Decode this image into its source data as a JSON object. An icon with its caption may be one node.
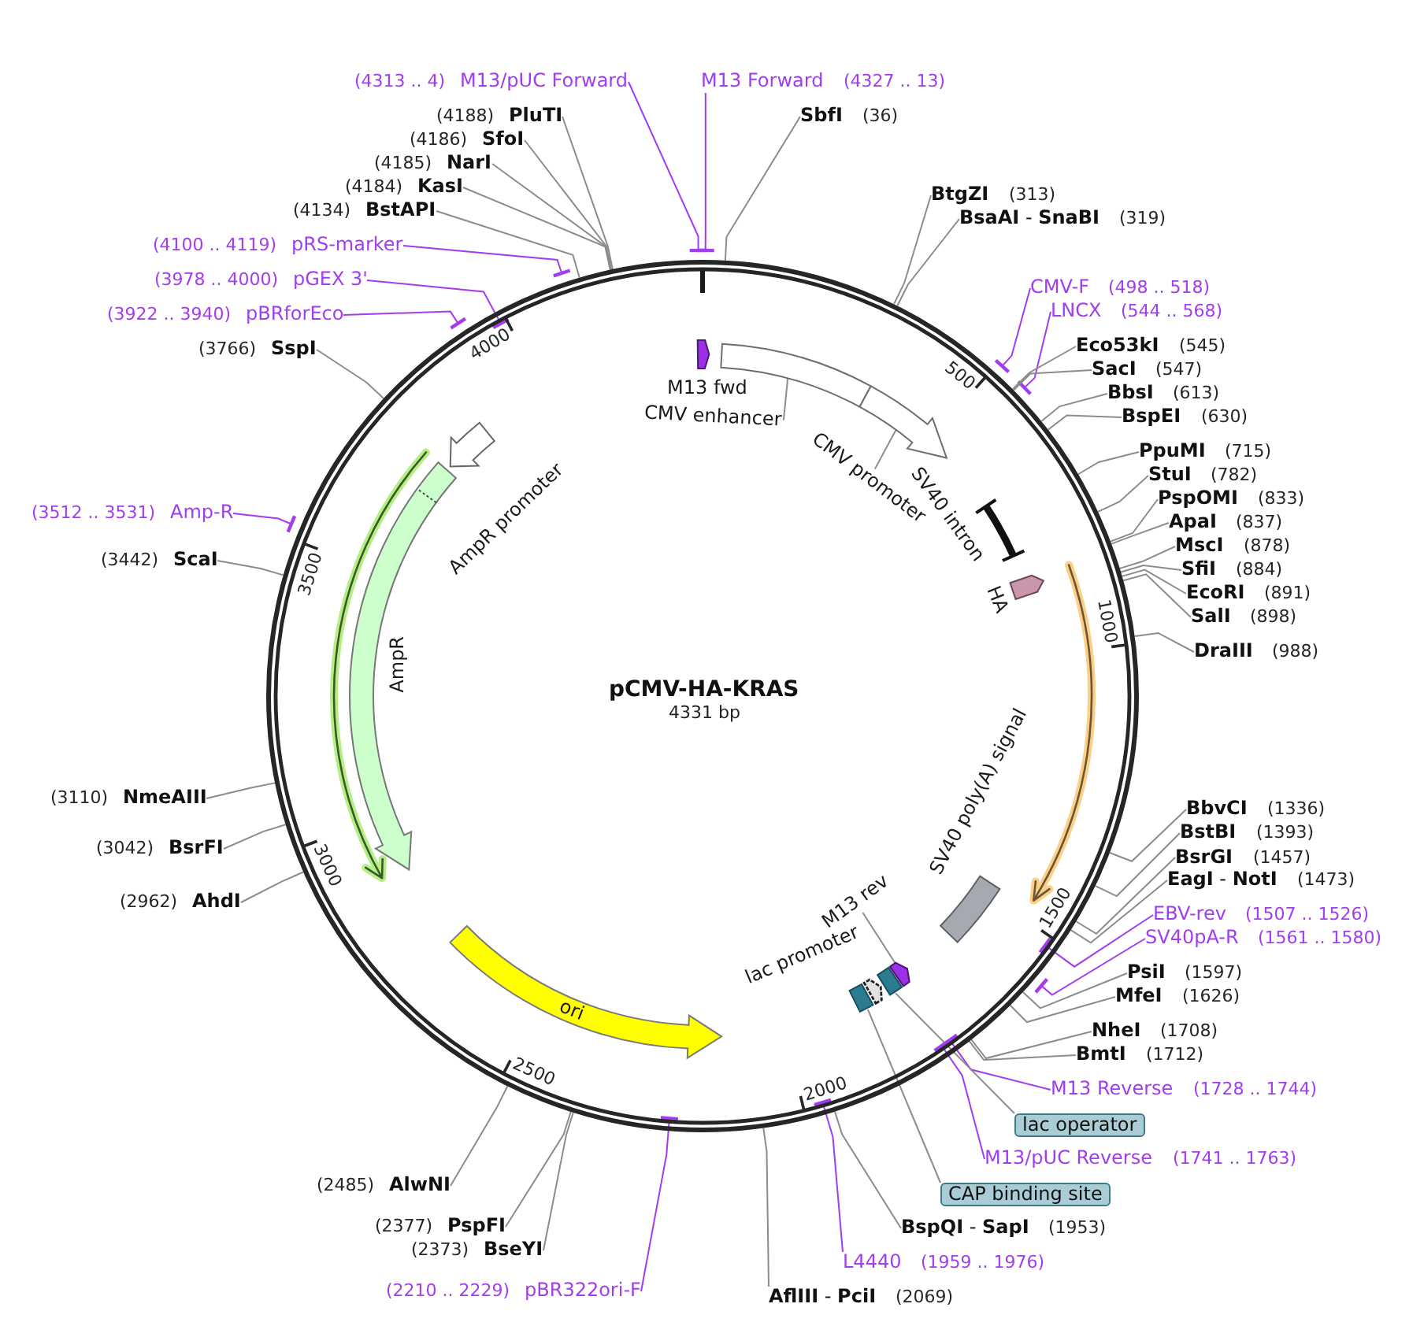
{
  "diagram": {
    "title": "pCMV-HA-KRAS",
    "nodes": [
      {
        "text": [
          "(4313 .. 4)",
          "M13/pUC Forward"
        ]
      },
      {
        "text": [
          "M13 Forward",
          "(4327 .. 13)"
        ]
      },
      {
        "text": [
          "SbfI",
          "(36)"
        ]
      },
      {
        "text": [
          "BtgZI",
          "(313)"
        ]
      },
      {
        "text": [
          "**BsaAI** - **SnaBI**",
          "(319)"
        ]
      },
      {
        "text": [
          "CMV-F",
          "(498 .. 518)"
        ]
      },
      {
        "text": [
          "LNCX",
          "(544 .. 568)"
        ]
      },
      {
        "text": [
          "Eco53kI",
          "(545)"
        ]
      },
      {
        "text": [
          "SacI",
          "(547)"
        ]
      },
      {
        "text": [
          "BbsI",
          "(613)"
        ]
      },
      {
        "text": [
          "BspEI",
          "(630)"
        ]
      },
      {
        "text": [
          "PpuMI",
          "(715)"
        ]
      },
      {
        "text": [
          "StuI",
          "(782)"
        ]
      },
      {
        "text": [
          "PspOMI",
          "(833)"
        ]
      },
      {
        "text": [
          "ApaI",
          "(837)"
        ]
      },
      {
        "text": [
          "MscI",
          "(878)"
        ]
      },
      {
        "text": [
          "SfiI",
          "(884)"
        ]
      },
      {
        "text": [
          "EcoRI",
          "(891)"
        ]
      },
      {
        "text": [
          "SalI",
          "(898)"
        ]
      },
      {
        "text": [
          "DraIII",
          "(988)"
        ]
      },
      {
        "text": [
          "BbvCI",
          "(1336)"
        ]
      },
      {
        "text": [
          "BstBI",
          "(1393)"
        ]
      },
      {
        "text": [
          "BsrGI",
          "(1457)"
        ]
      },
      {
        "text": [
          "**EagI** - **NotI**",
          "(1473)"
        ]
      },
      {
        "text": [
          "EBV-rev",
          "(1507 .. 1526)"
        ]
      },
      {
        "text": [
          "SV40pA-R",
          "(1561 .. 1580)"
        ]
      },
      {
        "text": [
          "PsiI",
          "(1597)"
        ]
      },
      {
        "text": [
          "MfeI",
          "(1626)"
        ]
      },
      {
        "text": [
          "NheI",
          "(1708)"
        ]
      },
      {
        "text": [
          "BmtI",
          "(1712)"
        ]
      },
      {
        "text": [
          "M13 Reverse",
          "(1728 .. 1744)"
        ]
      },
      {
        "text": [
          "lac operator"
        ]
      },
      {
        "text": [
          "M13/pUC Reverse",
          "(1741 .. 1763)"
        ]
      },
      {
        "text": [
          "CAP binding site"
        ]
      },
      {
        "text": [
          "**BspQI** - **SapI**",
          "(1953)"
        ]
      },
      {
        "text": [
          "L4440",
          "(1959 .. 1976)"
        ]
      },
      {
        "text": [
          "**AflIII** - **PciI**",
          "(2069)"
        ]
      },
      {
        "text": [
          "(2210 .. 2229)",
          "pBR322ori-F"
        ]
      },
      {
        "text": [
          "(2373)",
          "BseYI"
        ]
      },
      {
        "text": [
          "(2377)",
          "PspFI"
        ]
      },
      {
        "text": [
          "(2485)",
          "AlwNI"
        ]
      },
      {
        "text": [
          "(2962)",
          "AhdI"
        ]
      },
      {
        "text": [
          "(3042)",
          "BsrFI"
        ]
      },
      {
        "text": [
          "(3110)",
          "NmeAIII"
        ]
      },
      {
        "text": [
          "(3442)",
          "ScaI"
        ]
      },
      {
        "text": [
          "(3512 .. 3531)",
          "Amp-R"
        ]
      },
      {
        "text": [
          "(3766)",
          "SspI"
        ]
      },
      {
        "text": [
          "(3922 .. 3940)",
          "pBRforEco"
        ]
      },
      {
        "text": [
          "(3978 .. 4000)",
          "pGEX 3'"
        ]
      },
      {
        "text": [
          "(4100 .. 4119)",
          "pRS-marker"
        ]
      },
      {
        "text": [
          "(4134)",
          "BstAPI"
        ]
      },
      {
        "text": [
          "(4184)",
          "KasI"
        ]
      },
      {
        "text": [
          "(4185)",
          "NarI"
        ]
      },
      {
        "text": [
          "(4186)",
          "SfoI"
        ]
      },
      {
        "text": [
          "(4188)",
          "PluTI"
        ]
      },
      {
        "text": [],
        "shape": "circle"
      },
      {
        "text": [],
        "shape": "arrow",
        "beside": [
          "M13 fwd"
        ],
        "in": 55
      },
      {
        "text": [],
        "shape": "box",
        "in": 55
      },
      {
        "text": [
          "CMV enhancer"
        ],
        "in": 55
      },
      {
        "text": [],
        "shape": "arrow",
        "in": 55
      },
      {
        "text": [
          "CMV promoter"
        ],
        "in": 55
      },
      {
        "text": [],
        "shape": "bar",
        "beside": [
          "SV40 intron"
        ],
        "in": 55
      },
      {
        "text": [],
        "shape": "arrow",
        "beside": [
          "HA"
        ],
        "in": 55
      },
      {
        "text": [],
        "shape": "box",
        "beside": [
          "SV40 poly(A) signal"
        ],
        "in": 55
      },
      {
        "text": [],
        "shape": "arrow",
        "in": 55
      },
      {
        "text": [
          "M13 rev"
        ],
        "in": 55
      },
      {
        "text": [],
        "shape": "box",
        "in": 55
      },
      {
        "text": [],
        "shape": "arrow",
        "beside": [
          "lac promoter"
        ],
        "in": 55
      },
      {
        "text": [],
        "shape": "box",
        "in": 55
      },
      {
        "text": [
          "ori"
        ],
        "in": 55
      },
      {
        "text": [],
        "shape": "arrow",
        "beside": [
          "AmpR"
        ],
        "in": 55
      },
      {
        "text": [],
        "shape": "arrow",
        "beside": [
          "AmpR promoter"
        ],
        "in": 55
      }
    ],
    "edges": [
      {
        "from": 0,
        "to": 55,
        "arrow": "other",
        "color": "#a23cf0"
      },
      {
        "from": 1,
        "to": 55,
        "arrow": "other",
        "color": "#a23cf0"
      },
      {
        "from": 2,
        "to": 55,
        "arrow": "none"
      },
      {
        "from": 3,
        "to": 55,
        "arrow": "none"
      },
      {
        "from": 4,
        "to": 55,
        "arrow": "none"
      },
      {
        "from": 5,
        "to": 55,
        "arrow": "other",
        "color": "#a23cf0"
      },
      {
        "from": 6,
        "to": 55,
        "arrow": "other",
        "color": "#a23cf0"
      },
      {
        "from": 7,
        "to": 55,
        "arrow": "none"
      },
      {
        "from": 8,
        "to": 55,
        "arrow": "none"
      },
      {
        "from": 9,
        "to": 55,
        "arrow": "none"
      },
      {
        "from": 10,
        "to": 55,
        "arrow": "none"
      },
      {
        "from": 11,
        "to": 55,
        "arrow": "none"
      },
      {
        "from": 12,
        "to": 55,
        "arrow": "none"
      },
      {
        "from": 13,
        "to": 55,
        "arrow": "none"
      },
      {
        "from": 14,
        "to": 55,
        "arrow": "none"
      },
      {
        "from": 15,
        "to": 55,
        "arrow": "none"
      },
      {
        "from": 16,
        "to": 55,
        "arrow": "none"
      },
      {
        "from": 17,
        "to": 55,
        "arrow": "none"
      },
      {
        "from": 18,
        "to": 55,
        "arrow": "none"
      },
      {
        "from": 19,
        "to": 55,
        "arrow": "none"
      },
      {
        "from": 20,
        "to": 55,
        "arrow": "none"
      },
      {
        "from": 21,
        "to": 55,
        "arrow": "none"
      },
      {
        "from": 22,
        "to": 55,
        "arrow": "none"
      },
      {
        "from": 23,
        "to": 55,
        "arrow": "none"
      },
      {
        "from": 24,
        "to": 55,
        "arrow": "other",
        "color": "#a23cf0"
      },
      {
        "from": 25,
        "to": 55,
        "arrow": "other",
        "color": "#a23cf0"
      },
      {
        "from": 26,
        "to": 55,
        "arrow": "none"
      },
      {
        "from": 27,
        "to": 55,
        "arrow": "none"
      },
      {
        "from": 28,
        "to": 55,
        "arrow": "none"
      },
      {
        "from": 29,
        "to": 55,
        "arrow": "none"
      },
      {
        "from": 30,
        "to": 55,
        "arrow": "other",
        "color": "#a23cf0"
      },
      {
        "from": 31,
        "to": 66,
        "arrow": "none"
      },
      {
        "from": 32,
        "to": 55,
        "arrow": "other",
        "color": "#a23cf0"
      },
      {
        "from": 33,
        "to": 68,
        "arrow": "none"
      },
      {
        "from": 34,
        "to": 55,
        "arrow": "none"
      },
      {
        "from": 35,
        "to": 55,
        "arrow": "other",
        "color": "#a23cf0"
      },
      {
        "from": 36,
        "to": 55,
        "arrow": "none"
      },
      {
        "from": 37,
        "to": 55,
        "arrow": "other",
        "color": "#a23cf0"
      },
      {
        "from": 38,
        "to": 55,
        "arrow": "none"
      },
      {
        "from": 39,
        "to": 55,
        "arrow": "none"
      },
      {
        "from": 40,
        "to": 55,
        "arrow": "none"
      },
      {
        "from": 41,
        "to": 55,
        "arrow": "none"
      },
      {
        "from": 42,
        "to": 55,
        "arrow": "none"
      },
      {
        "from": 43,
        "to": 55,
        "arrow": "none"
      },
      {
        "from": 44,
        "to": 55,
        "arrow": "none"
      },
      {
        "from": 45,
        "to": 55,
        "arrow": "other",
        "color": "#a23cf0"
      },
      {
        "from": 46,
        "to": 55,
        "arrow": "none"
      },
      {
        "from": 47,
        "to": 55,
        "arrow": "other",
        "color": "#a23cf0"
      },
      {
        "from": 48,
        "to": 55,
        "arrow": "other",
        "color": "#a23cf0"
      },
      {
        "from": 49,
        "to": 55,
        "arrow": "other",
        "color": "#a23cf0"
      },
      {
        "from": 50,
        "to": 55,
        "arrow": "none"
      },
      {
        "from": 51,
        "to": 55,
        "arrow": "none"
      },
      {
        "from": 52,
        "to": 55,
        "arrow": "none"
      },
      {
        "from": 53,
        "to": 55,
        "arrow": "none"
      },
      {
        "from": 54,
        "to": 55,
        "arrow": "none"
      },
      {
        "from": 58,
        "to": 57,
        "arrow": "none"
      },
      {
        "from": 60,
        "to": 59,
        "arrow": "none"
      },
      {
        "from": 65,
        "to": 64,
        "arrow": "none"
      }
    ],
    "labels": [
      "4331 bp",
      "500",
      "1000",
      "1500",
      "2000",
      "2500",
      "3000",
      "3500",
      "4000"
    ]
  }
}
